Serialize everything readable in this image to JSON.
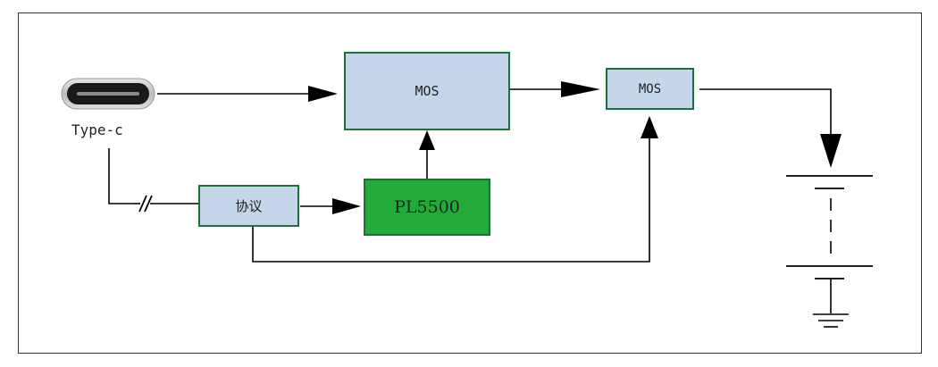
{
  "blocks": {
    "mos_main": "MOS",
    "mos_output": "MOS",
    "protocol": "协议",
    "controller": "PL5500"
  },
  "connector": {
    "label": "Type-c"
  },
  "colors": {
    "block_fill": "#c5d5ea",
    "block_border": "#1f6e3c",
    "controller_fill": "#22aa3a",
    "wire": "#000000"
  }
}
